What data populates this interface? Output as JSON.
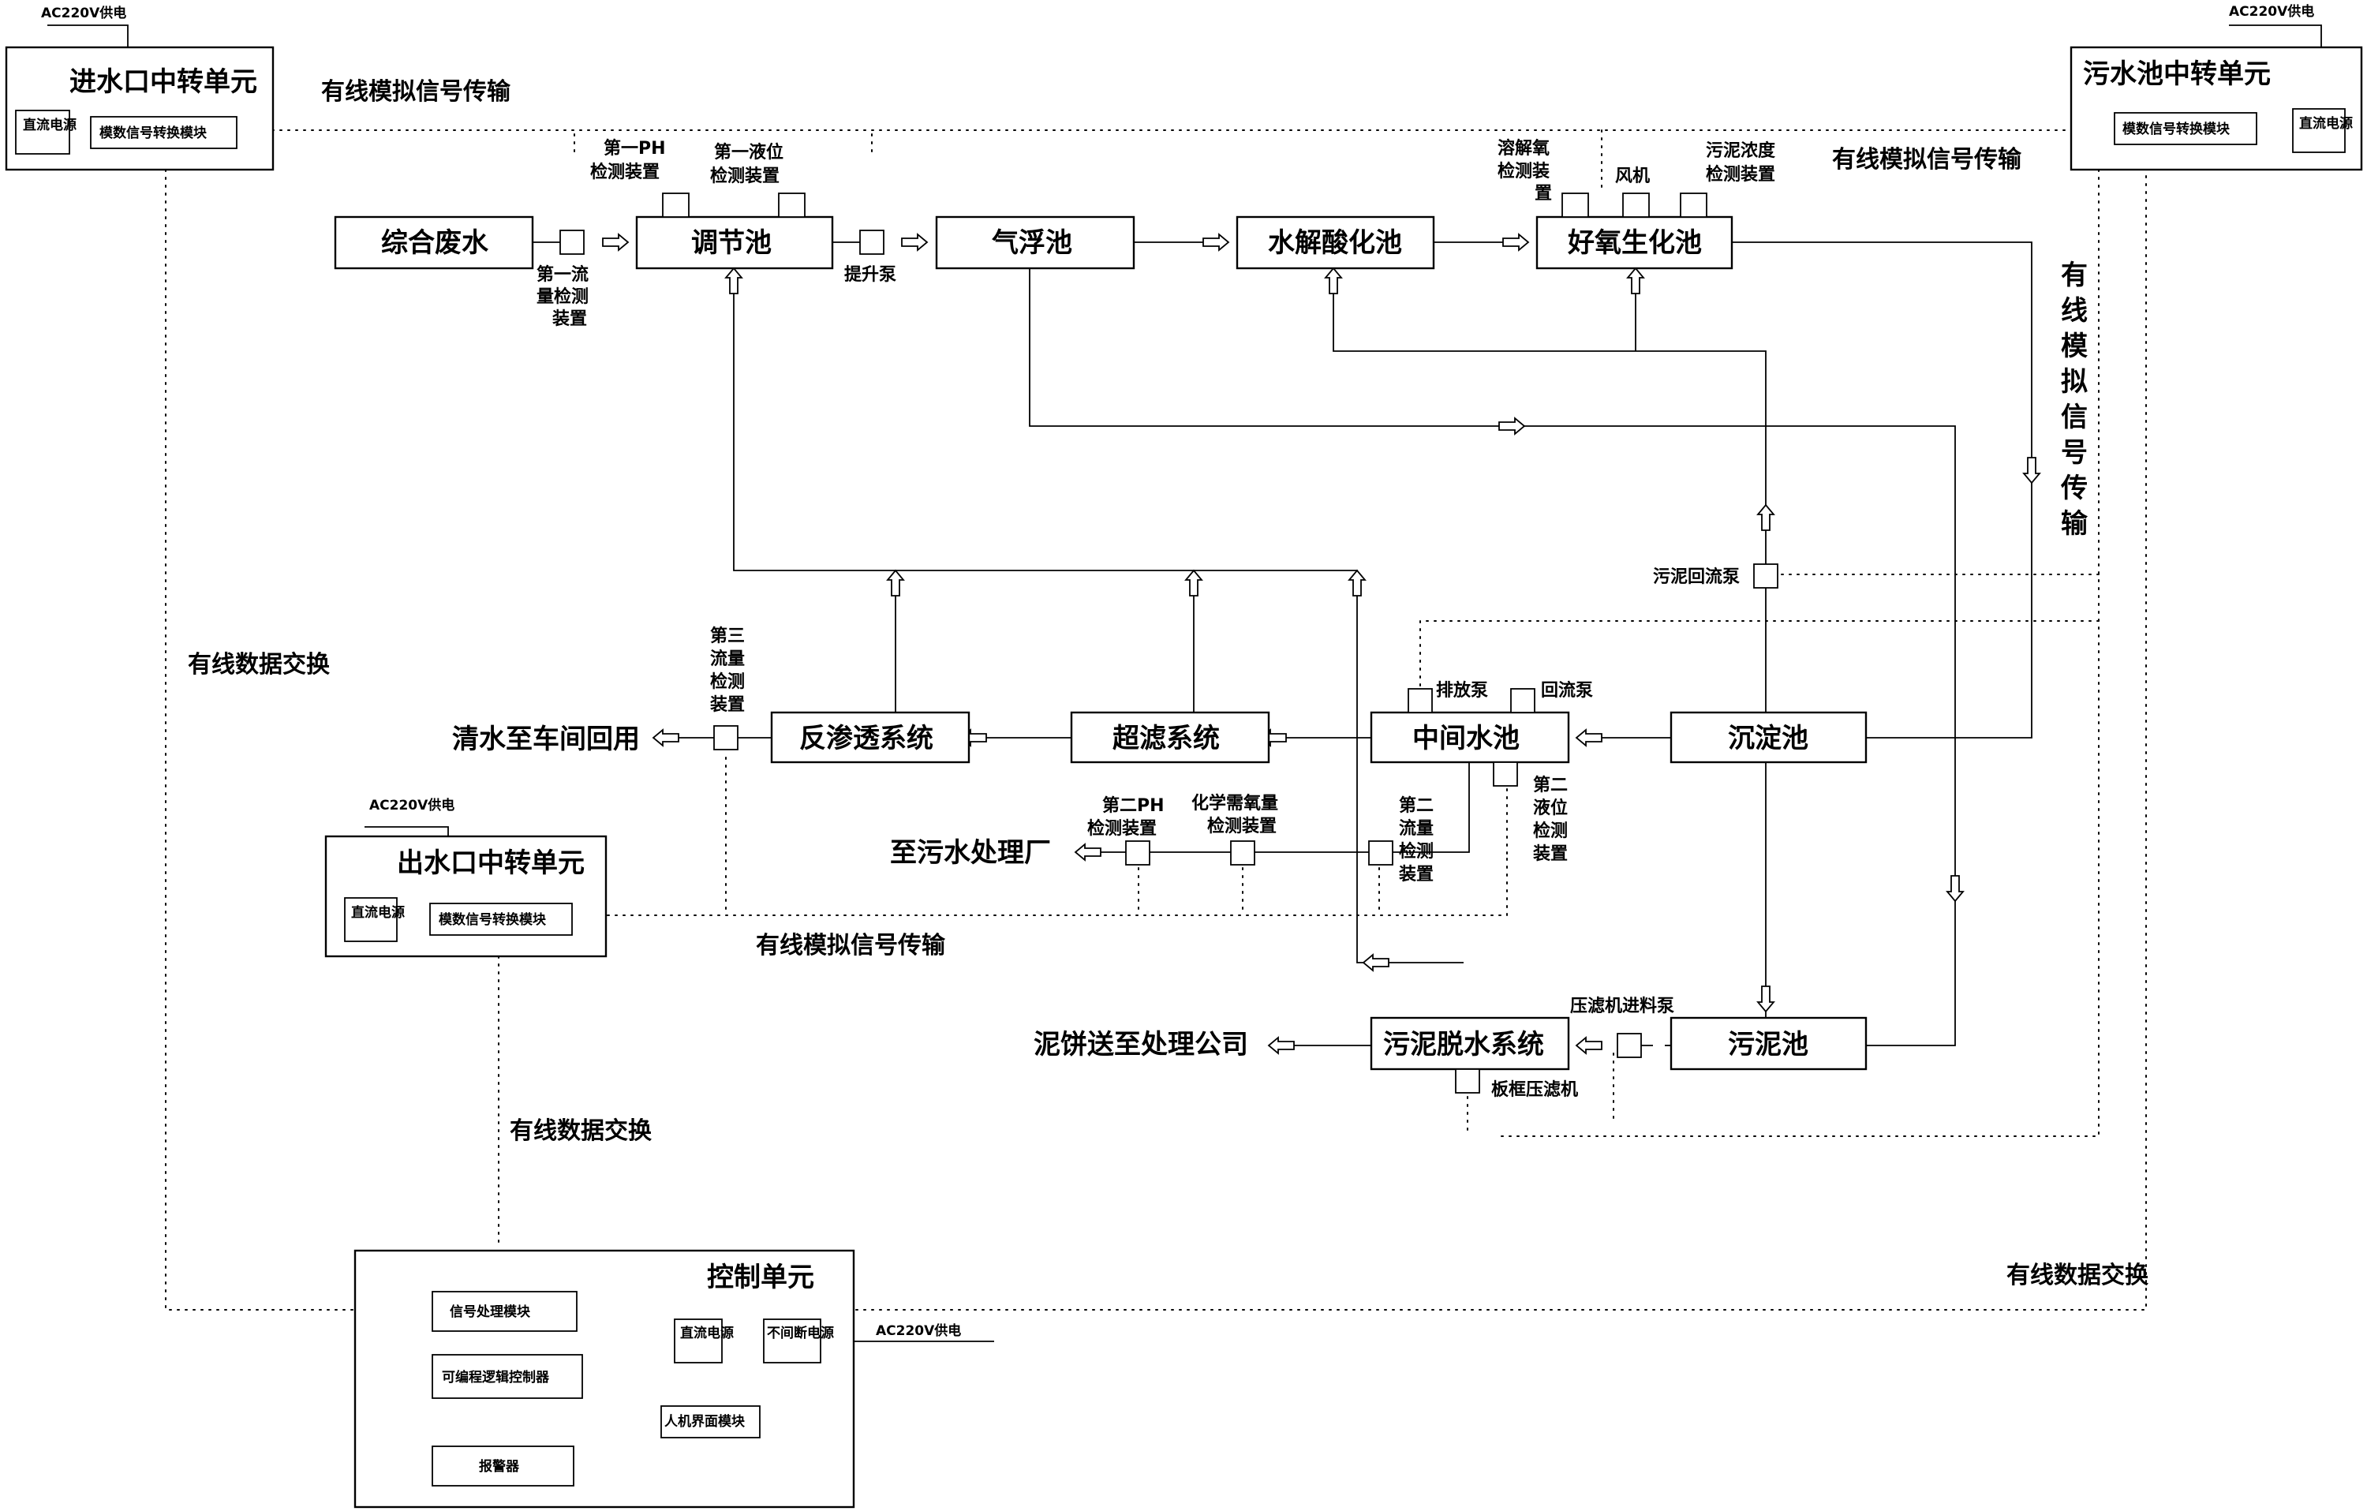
{
  "units": {
    "inlet_relay": "进水口中转单元",
    "sewage_relay": "污水池中转单元",
    "outlet_relay": "出水口中转单元",
    "control": "控制单元",
    "dc_power": "直流电源",
    "converter": "模数信号转换模块",
    "signal_proc": "信号处理模块",
    "plc": "可编程逻辑控制器",
    "ups_power": "不间断电源",
    "hmi": "人机界面模块",
    "alarm": "报警器",
    "ac_supply": "AC220V供电"
  },
  "process": {
    "wastewater": "综合废水",
    "regulating_tank": "调节池",
    "flotation_tank": "气浮池",
    "hydrolysis_tank": "水解酸化池",
    "aerobic_tank": "好氧生化池",
    "settling_tank": "沉淀池",
    "intermediate_tank": "中间水池",
    "ultrafiltration": "超滤系统",
    "reverse_osmosis": "反渗透系统",
    "sludge_tank": "污泥池",
    "sludge_dewatering": "污泥脱水系统"
  },
  "outputs": {
    "clean_water": "清水至车间回用",
    "to_plant": "至污水处理厂",
    "sludge_cake": "泥饼送至处理公司"
  },
  "devices": {
    "ph1": [
      "第一PH",
      "检测装置"
    ],
    "level1": [
      "第一液位",
      "检测装置"
    ],
    "flow1": [
      "第一流",
      "量检测",
      "装置"
    ],
    "lift_pump": "提升泵",
    "dissolved_oxygen": [
      "溶解氧",
      "检测装",
      "置"
    ],
    "blower": "风机",
    "sludge_conc": [
      "污泥浓度",
      "检测装置"
    ],
    "return_pump_sludge": "污泥回流泵",
    "flow3": [
      "第三",
      "流量",
      "检测",
      "装置"
    ],
    "discharge_pump": "排放泵",
    "return_pump": "回流泵",
    "level2": [
      "第二",
      "液位",
      "检测",
      "装置"
    ],
    "ph2": [
      "第二PH",
      "检测装置"
    ],
    "cod": [
      "化学需氧量",
      "检测装置"
    ],
    "flow2": [
      "第二",
      "流量",
      "检测",
      "装置"
    ],
    "filter_feed_pump": "压滤机进料泵",
    "filter_press": "板框压滤机"
  },
  "links": {
    "analog_top": "有线模拟信号传输",
    "analog_right_h": "有线模拟信号传输",
    "analog_vertical": [
      "有",
      "线",
      "模",
      "拟",
      "信",
      "号",
      "传",
      "输"
    ],
    "analog_bottom": "有线模拟信号传输",
    "data_left": "有线数据交换",
    "data_middle": "有线数据交换",
    "data_right": "有线数据交换"
  }
}
